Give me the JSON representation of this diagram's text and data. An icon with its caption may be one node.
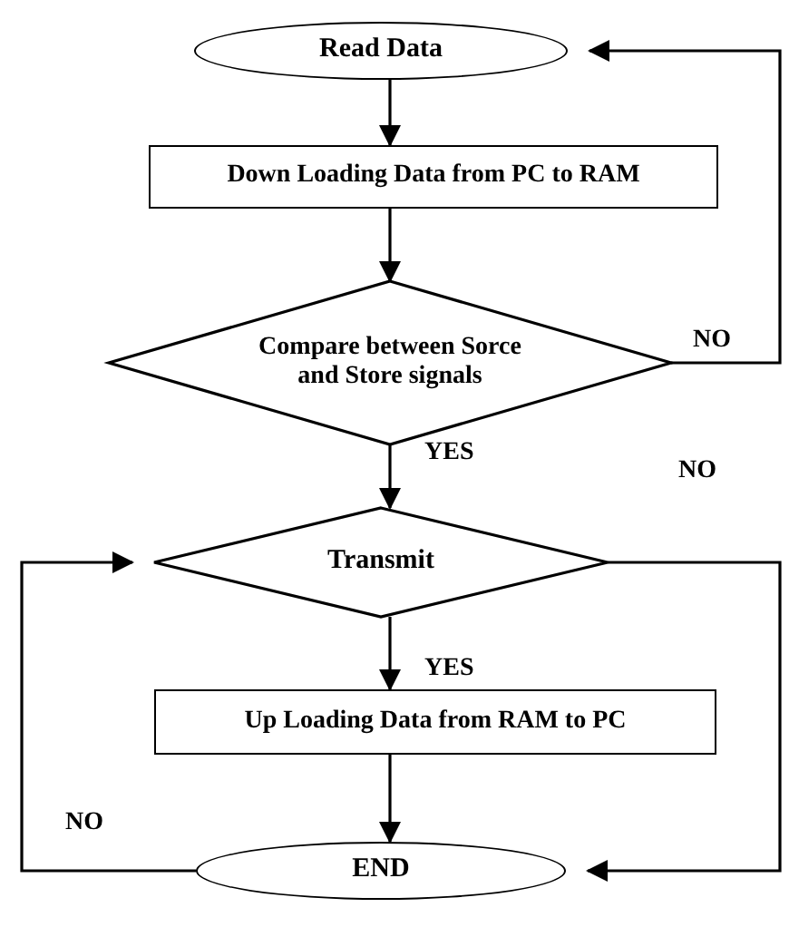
{
  "diagram": {
    "nodes": [
      {
        "text": [
          "Read Data"
        ]
      },
      {
        "text": [
          "Down Loading Data from PC to RAM"
        ]
      },
      {
        "text": [
          "Compare between Sorce and Store signals"
        ]
      },
      {
        "text": [
          "Transmit"
        ]
      },
      {
        "text": [
          "Up Loading Data from RAM to PC"
        ]
      },
      {
        "text": [
          "END"
        ]
      }
    ],
    "edges": [
      {
        "from": 0,
        "to": 1,
        "arrow": "to"
      },
      {
        "from": 1,
        "to": 2,
        "arrow": "to"
      },
      {
        "from": 2,
        "to": 3,
        "arrow": "to",
        "label": "YES"
      },
      {
        "from": 2,
        "to": 0,
        "arrow": "to",
        "label": "NO"
      },
      {
        "from": 3,
        "to": 4,
        "arrow": "to",
        "label": "YES"
      },
      {
        "from": 3,
        "to": 5,
        "arrow": "to",
        "label": "NO"
      },
      {
        "from": 4,
        "to": 5,
        "arrow": "to"
      },
      {
        "from": 5,
        "to": 3,
        "arrow": "to",
        "label": "NO"
      }
    ]
  }
}
